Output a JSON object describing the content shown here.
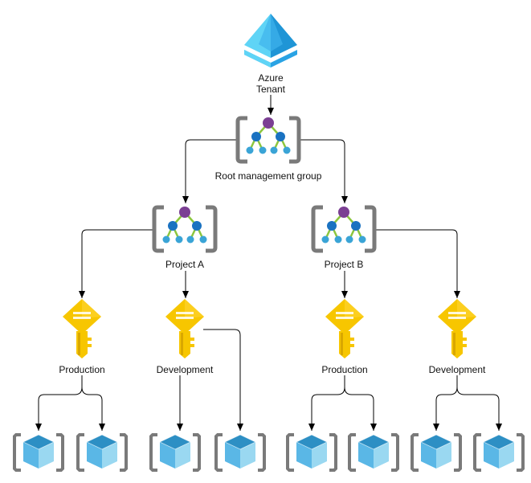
{
  "tenant": {
    "line1": "Azure",
    "line2": "Tenant"
  },
  "root_group": {
    "label": "Root management group"
  },
  "projects": [
    {
      "label": "Project A"
    },
    {
      "label": "Project B"
    }
  ],
  "subscriptions": [
    {
      "label": "Production",
      "project": "Project A"
    },
    {
      "label": "Development",
      "project": "Project A"
    },
    {
      "label": "Production",
      "project": "Project B"
    },
    {
      "label": "Development",
      "project": "Project B"
    }
  ],
  "resources": [
    {
      "subscription": 0,
      "count": 2
    },
    {
      "subscription": 1,
      "count": 2
    },
    {
      "subscription": 2,
      "count": 2
    },
    {
      "subscription": 3,
      "count": 2
    }
  ],
  "icons": {
    "tenant": "azure-ad-pyramid-icon",
    "management_group": "management-group-icon",
    "subscription": "subscription-key-icon",
    "resource": "resource-cube-icon"
  },
  "colors": {
    "tenant_light": "#5fd4f6",
    "tenant_dark": "#1f95d6",
    "group_root": "#7b3f93",
    "group_mid": "#1a72c1",
    "group_leaf": "#3aa4d6",
    "group_edge": "#8cc63f",
    "key_gold": "#f7c600",
    "key_dark": "#d9a700",
    "cube_light": "#8fd3ee",
    "cube_dark": "#3196c8",
    "bracket": "#7a7a7a",
    "connector": "#000000"
  }
}
